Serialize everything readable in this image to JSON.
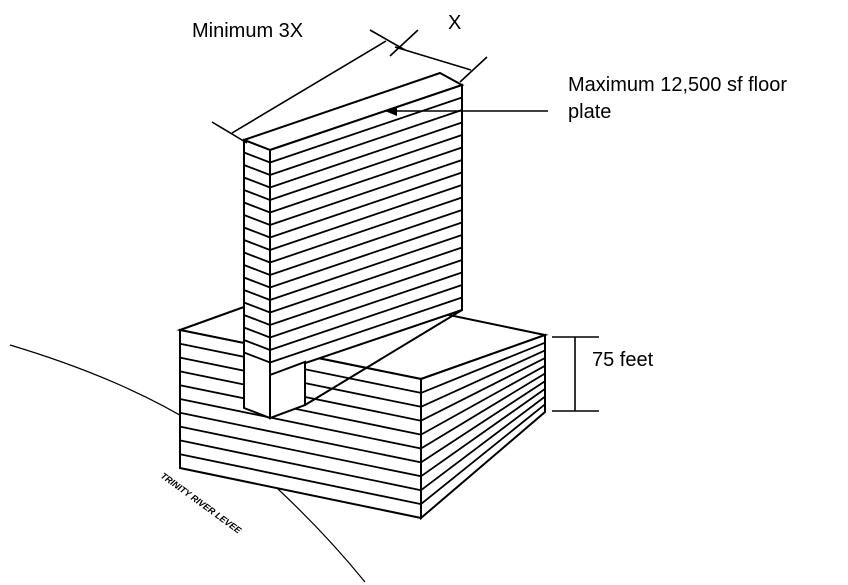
{
  "labels": {
    "width_min": "Minimum 3X",
    "depth": "X",
    "floor_plate_line1": "Maximum 12,500 sf floor",
    "floor_plate_line2": "plate",
    "podium_height": "75 feet",
    "levee": "TRINITY RIVER LEVEE"
  },
  "tower_floor_lines": 17,
  "podium_floor_lines": 9
}
